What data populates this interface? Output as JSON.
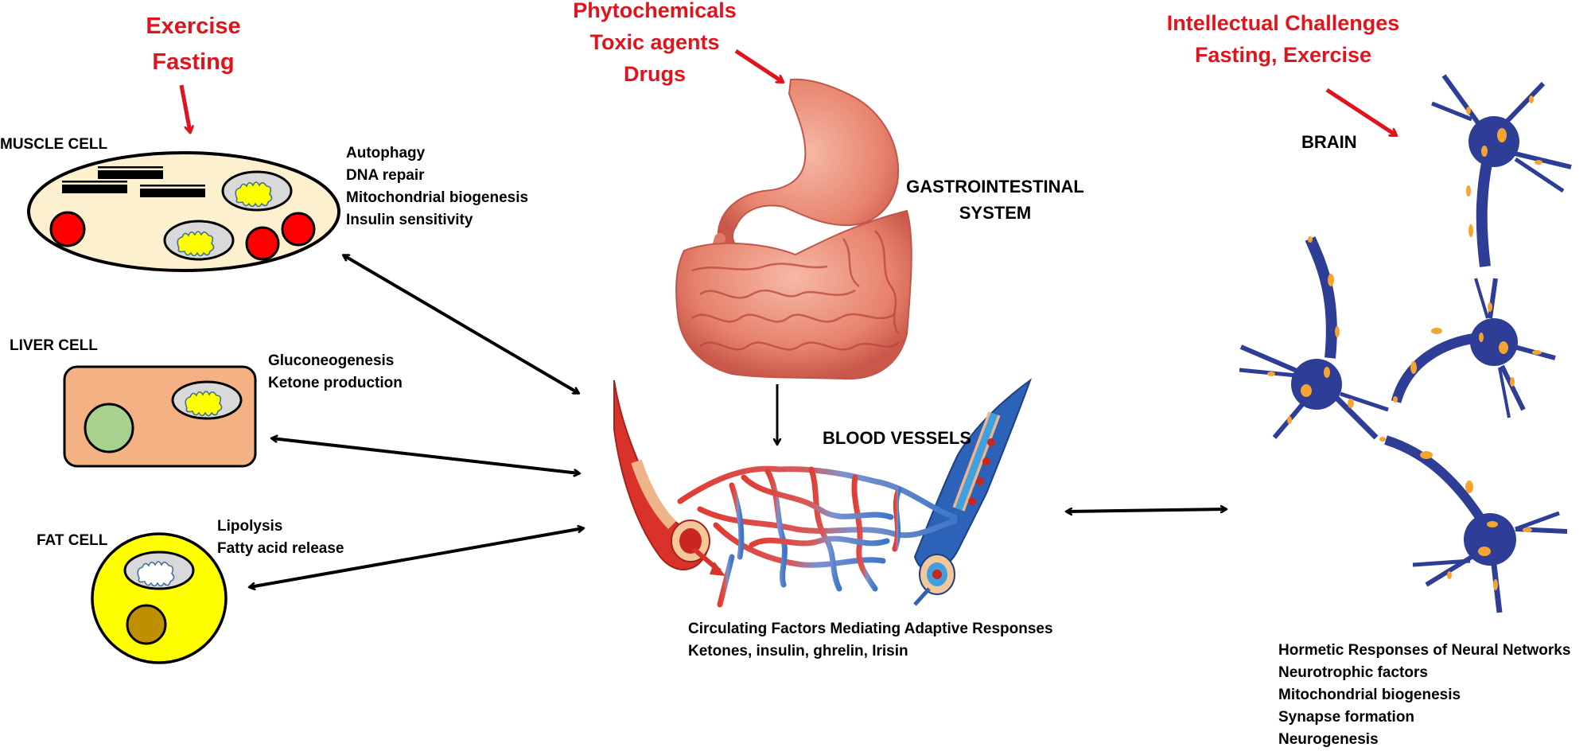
{
  "stimuli": {
    "muscle": [
      "Exercise",
      "Fasting"
    ],
    "gut": [
      "Phytochemicals",
      "Toxic agents",
      "Drugs"
    ],
    "brain": [
      "Intellectual Challenges",
      "Fasting, Exercise"
    ]
  },
  "cells": {
    "muscle": {
      "title": "MUSCLE CELL",
      "responses": [
        "Autophagy",
        "DNA repair",
        "Mitochondrial biogenesis",
        "Insulin sensitivity"
      ]
    },
    "liver": {
      "title": "LIVER CELL",
      "responses": [
        "Gluconeogenesis",
        "Ketone production"
      ]
    },
    "fat": {
      "title": "FAT CELL",
      "responses": [
        "Lipolysis",
        "Fatty acid release"
      ]
    }
  },
  "organs": {
    "gi": {
      "title_line1": "GASTROINTESTINAL",
      "title_line2": "SYSTEM"
    },
    "blood": {
      "title": "BLOOD VESSELS",
      "factors": [
        "Circulating Factors Mediating Adaptive Responses",
        "Ketones, insulin, ghrelin, Irisin"
      ]
    },
    "brain": {
      "title": "BRAIN",
      "responses": [
        "Hormetic Responses of Neural Networks",
        "Neurotrophic factors",
        "Mitochondrial biogenesis",
        "Synapse formation",
        "Neurogenesis"
      ]
    }
  },
  "colors": {
    "stimulus_red": "#e0141c",
    "muscle_fill": "#fdf0cf",
    "liver_fill": "#f3b184",
    "fat_fill": "#ffff00",
    "nucleus_red": "#ff0000",
    "nucleus_green": "#a9d18e",
    "nucleus_brown": "#bf8f00",
    "mito_fill": "#d9d9d9",
    "crista_yellow": "#ffff00",
    "neuron_blue": "#2e3d96",
    "neuron_orange": "#f5a431",
    "artery_red": "#d9322b",
    "vein_blue": "#2c62b8"
  }
}
